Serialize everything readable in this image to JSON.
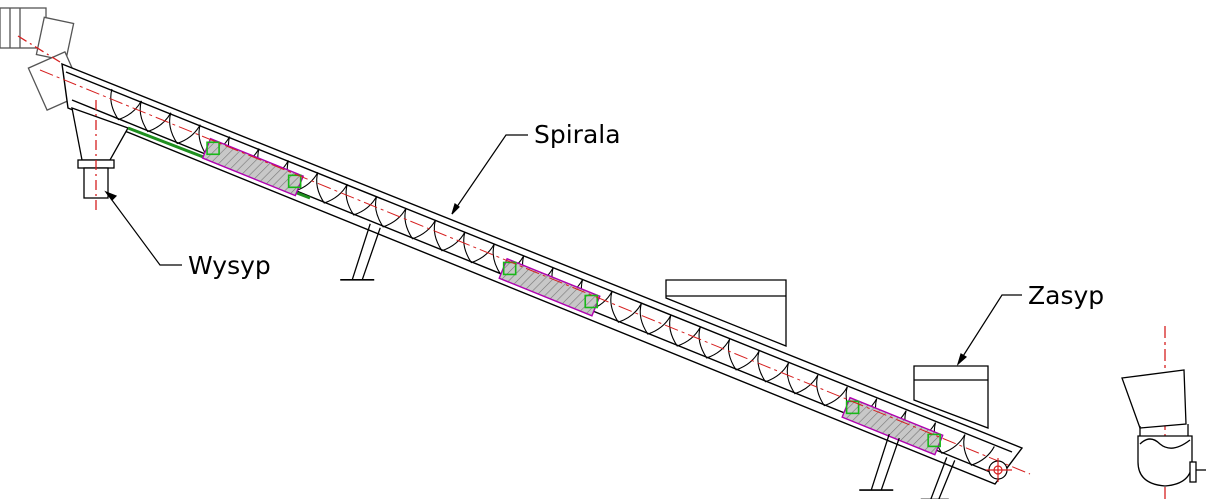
{
  "labels": {
    "spiral": "Spirala",
    "discharge": "Wysyp",
    "inlet": "Zasyp"
  },
  "colors": {
    "line": "#000000",
    "centerline": "#d62020",
    "motor_line": "#555555",
    "screen_fill": "#9a9a9a",
    "screen_edge": "#b000b0",
    "bolt": "#18b818",
    "base_plate": "#1f8f1f"
  },
  "spiral": {
    "flight_count": 30
  },
  "screen_sections": 3,
  "legs": 3
}
